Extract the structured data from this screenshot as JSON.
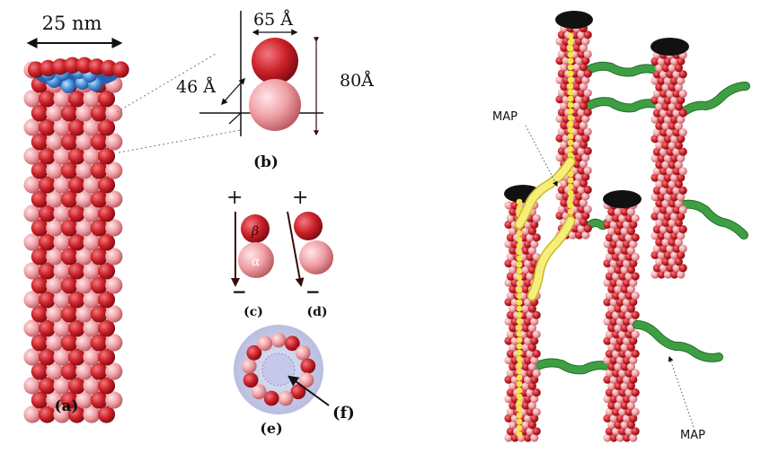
{
  "dimensions": {
    "tube_diameter": "25 nm",
    "dimer_width": "65 Å",
    "dimer_length": "80Å",
    "monomer_offset": "46 Å"
  },
  "symbols": {
    "plus": "+",
    "minus": "−",
    "beta": "β",
    "alpha": "α"
  },
  "panel_labels": {
    "a": "(a)",
    "b": "(b)",
    "c": "(c)",
    "d": "(d)",
    "e": "(e)",
    "f": "(f)"
  },
  "right_figure": {
    "map_label_upper": "MAP",
    "map_label_lower": "MAP"
  },
  "colors": {
    "beta_tubulin": "#c8202a",
    "alpha_tubulin": "#eda0a5",
    "cap": "#4a90d8",
    "map_yellow": "#f2e64a",
    "map_green": "#2f8a34",
    "tube_end": "#111111"
  }
}
